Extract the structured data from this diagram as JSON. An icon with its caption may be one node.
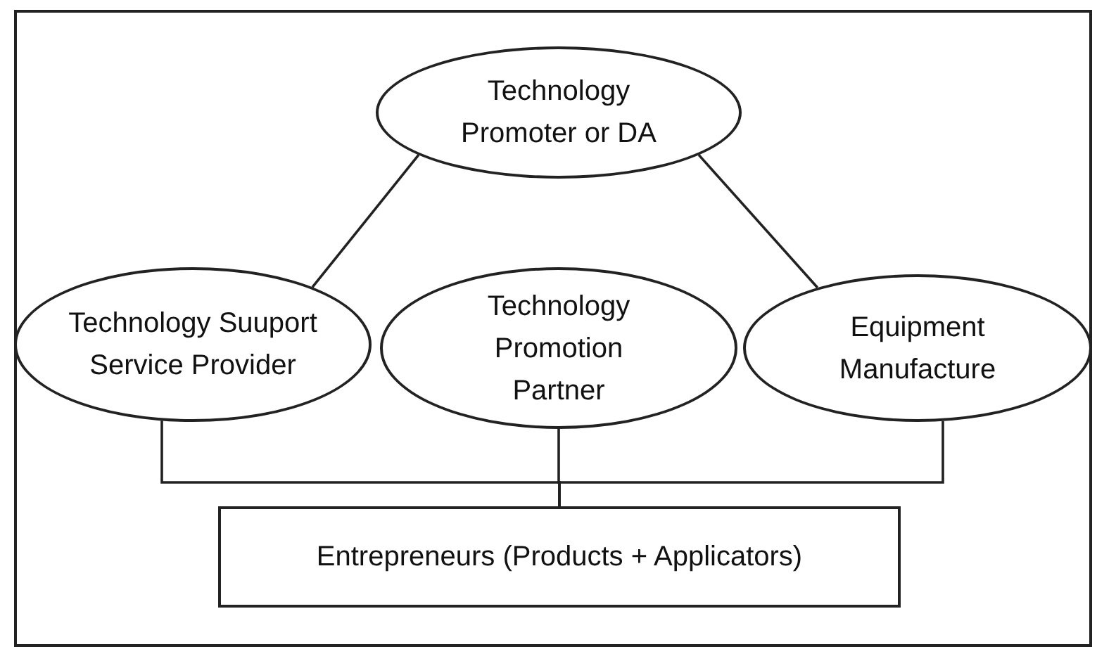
{
  "diagram": {
    "nodes": [
      {
        "text": [
          "Technology Promoter or DA"
        ]
      },
      {
        "text": [
          "Technology Suuport Service Provider"
        ]
      },
      {
        "text": [
          "Technology Promotion Partner"
        ]
      },
      {
        "text": [
          "Equipment Manufacture"
        ]
      },
      {
        "text": [
          "Entrepreneurs (Products + Applicators)"
        ]
      }
    ],
    "edges": [
      {
        "from": 0,
        "to": 1,
        "arrow": "none"
      },
      {
        "from": 0,
        "to": 3,
        "arrow": "none"
      },
      {
        "from": 1,
        "to": 4,
        "arrow": "none"
      },
      {
        "from": 2,
        "to": 4,
        "arrow": "none"
      },
      {
        "from": 3,
        "to": 4,
        "arrow": "none"
      }
    ]
  }
}
